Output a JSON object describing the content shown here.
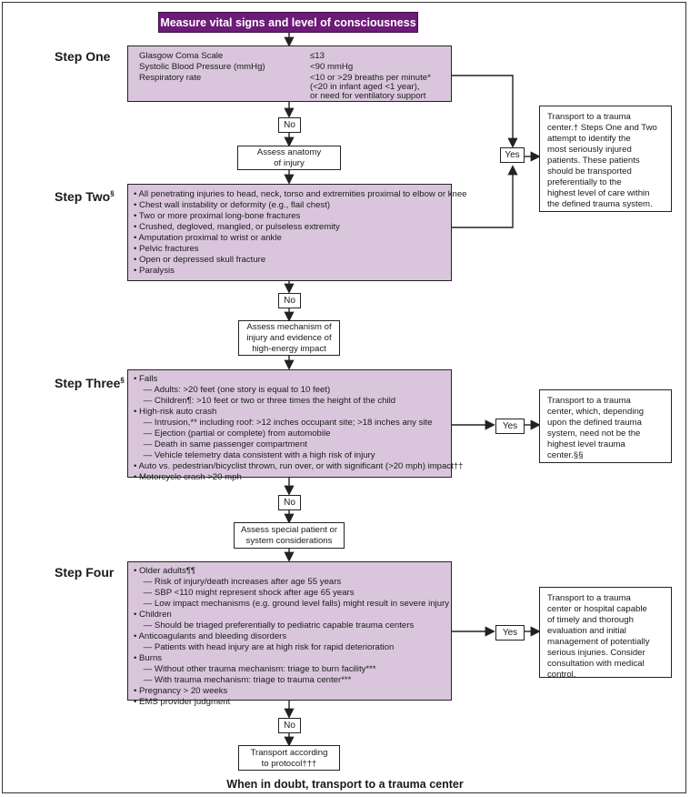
{
  "header": "Measure vital signs and level of consciousness",
  "footer": "When in doubt, transport to a trauma center",
  "yes": "Yes",
  "no": "No",
  "step1": {
    "label": "Step One",
    "rows": [
      {
        "name": "Glasgow Coma Scale",
        "value": "≤13"
      },
      {
        "name": "Systolic Blood Pressure (mmHg)",
        "value": "<90 mmHg"
      },
      {
        "name": "Respiratory rate",
        "value": "<10 or >29 breaths per minute*"
      }
    ],
    "resp_extra1": "(<20 in infant aged <1 year),",
    "resp_extra2": "or need for ventilatory support"
  },
  "assess_anatomy": [
    "Assess anatomy",
    "of injury"
  ],
  "step2": {
    "label": "Step Two",
    "mark": "§",
    "items": [
      "• All penetrating injuries to head, neck, torso and extremities proximal to elbow or knee",
      "• Chest wall instability or deformity (e.g., flail chest)",
      "• Two or more proximal long-bone fractures",
      "• Crushed, degloved, mangled, or pulseless extremity",
      "• Amputation proximal to wrist or ankle",
      "• Pelvic fractures",
      "• Open or depressed skull fracture",
      "• Paralysis"
    ]
  },
  "assess_mechanism": [
    "Assess mechanism of",
    "injury and evidence of",
    "high-energy impact"
  ],
  "step3": {
    "label": "Step Three",
    "mark": "§",
    "items": [
      "• Falls",
      "    — Adults: >20 feet (one story is equal to 10 feet)",
      "    — Children¶: >10 feet or two or three times the height of the child",
      "• High-risk auto crash",
      "    — Intrusion,** including roof: >12 inches occupant site; >18 inches any site",
      "    — Ejection (partial or complete) from automobile",
      "    — Death in same passenger compartment",
      "    — Vehicle telemetry data consistent with a high risk of injury",
      "• Auto vs. pedestrian/bicyclist thrown, run over, or with significant (>20 mph) impact††",
      "• Motorcycle crash >20 mph"
    ]
  },
  "assess_special": [
    "Assess special patient or",
    "system considerations"
  ],
  "step4": {
    "label": "Step Four",
    "items": [
      "• Older adults¶¶",
      "    — Risk of injury/death increases after age 55 years",
      "    — SBP <110 might represent shock after age 65 years",
      "    — Low impact mechanisms (e.g. ground level falls) might result in severe injury",
      "• Children",
      "    — Should be triaged preferentially to pediatric capable trauma centers",
      "• Anticoagulants and bleeding disorders",
      "    — Patients with head injury are at high risk for rapid deterioration",
      "• Burns",
      "    — Without other trauma mechanism: triage to burn facility***",
      "    — With trauma mechanism: triage to trauma center***",
      "• Pregnancy > 20 weeks",
      "• EMS provider judgment"
    ]
  },
  "transport_protocol": [
    "Transport according",
    "to protocol†††"
  ],
  "side1": [
    "Transport to a trauma",
    "center.† Steps One and Two",
    "attempt to identify the",
    "most seriously injured",
    "patients. These patients",
    "should be transported",
    "preferentially to the",
    "highest level of care within",
    "the defined trauma system."
  ],
  "side2": [
    "Transport to a trauma",
    "center, which, depending",
    "upon the defined trauma",
    "system, need not be the",
    "highest level trauma",
    "center.§§"
  ],
  "side3": [
    "Transport to a trauma",
    "center or hospital capable",
    "of timely and thorough",
    "evaluation and initial",
    "management of potentially",
    "serious injuries. Consider",
    "consultation with medical",
    "control."
  ]
}
